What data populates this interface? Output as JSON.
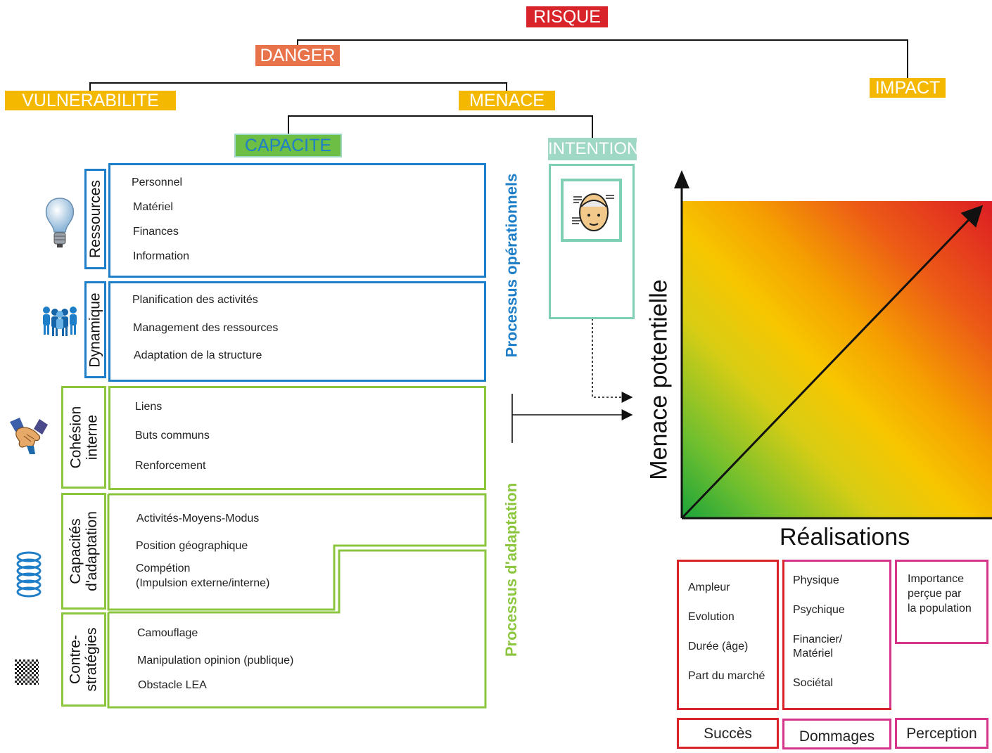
{
  "header": {
    "risque": "RISQUE",
    "danger": "DANGER",
    "vulnerabilite": "VULNERABILITE",
    "menace": "MENACE",
    "impact": "IMPACT",
    "capacite": "CAPACITE",
    "intention": "INTENTION"
  },
  "colors": {
    "risque": "#d9232a",
    "danger": "#e8724a",
    "yellow": "#f5b800",
    "capacite": "#6dbe45",
    "intention": "#9fd8c5",
    "blue": "#1e7ec8",
    "green": "#8cc63f",
    "red": "#d9232a",
    "magenta": "#d6338a"
  },
  "sections": {
    "ressources": {
      "label": "Ressources",
      "items": [
        "Personnel",
        "Matériel",
        "Finances",
        "Information"
      ]
    },
    "dynamique": {
      "label": "Dynamique",
      "items": [
        "Planification des activités",
        "Management des ressources",
        "Adaptation de la structure"
      ]
    },
    "cohesion": {
      "label_l1": "Cohésion",
      "label_l2": "interne",
      "items": [
        "Liens",
        "Buts communs",
        "Renforcement"
      ]
    },
    "capacites": {
      "label_l1": "Capacités",
      "label_l2": "d'adaptation",
      "items": [
        "Activités-Moyens-Modus",
        "Position géographique",
        "Compétion",
        "(Impulsion externe/interne)"
      ]
    },
    "contre": {
      "label_l1": "Contre-",
      "label_l2": "stratégies",
      "items": [
        "Camouflage",
        "Manipulation opinion (publique)",
        "Obstacle LEA"
      ]
    }
  },
  "processus": {
    "operationnels": "Processus opérationnels",
    "adaptation": "Processus d'adaptation"
  },
  "icons": [
    "lightbulb-icon",
    "people-icon",
    "handshake-icon",
    "spring-icon",
    "checkerboard-icon",
    "head-icon"
  ],
  "chart": {
    "ylabel": "Menace potentielle",
    "xlabel": "Réalisations"
  },
  "metrics": {
    "succes": {
      "items": [
        "Ampleur",
        "Evolution",
        "Durée (âge)",
        "Part du marché"
      ],
      "footer": "Succès"
    },
    "dommages": {
      "items": [
        "Physique",
        "Psychique",
        "Financier/",
        "Matériel",
        "Sociétal"
      ],
      "footer": "Dommages"
    },
    "perception": {
      "items": [
        "Importance",
        "perçue par",
        "la population"
      ],
      "footer": "Perception"
    }
  }
}
